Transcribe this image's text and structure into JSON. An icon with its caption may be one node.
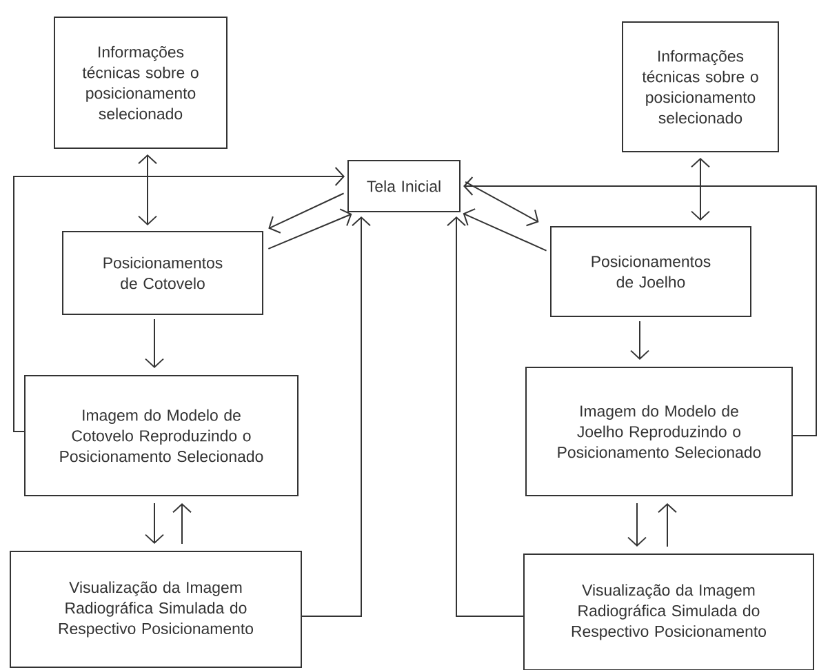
{
  "diagram": {
    "nodes": [
      {
        "text": [
          "Informações técnicas sobre o posicionamento selecionado"
        ]
      },
      {
        "text": [
          "Tela Inicial"
        ]
      },
      {
        "text": [
          "Informações técnicas sobre o posicionamento selecionado"
        ]
      },
      {
        "text": [
          "Posicionamentos de Cotovelo"
        ]
      },
      {
        "text": [
          "Posicionamentos de Joelho"
        ]
      },
      {
        "text": [
          "Imagem do Modelo de Cotovelo Reproduzindo o Posicionamento Selecionado"
        ]
      },
      {
        "text": [
          "Imagem do Modelo de Joelho Reproduzindo o Posicionamento Selecionado"
        ]
      },
      {
        "text": [
          "Visualização da Imagem Radiográfica Simulada do Respectivo Posicionamento"
        ]
      },
      {
        "text": [
          "Visualização da Imagem Radiográfica Simulada do Respectivo Posicionamento"
        ]
      }
    ],
    "edges": [
      {
        "from": 0,
        "to": 3,
        "arrow": "both"
      },
      {
        "from": 5,
        "to": 1,
        "arrow": "to"
      },
      {
        "from": 1,
        "to": 3,
        "arrow": "to"
      },
      {
        "from": 3,
        "to": 1,
        "arrow": "to"
      },
      {
        "from": 7,
        "to": 1,
        "arrow": "to"
      },
      {
        "from": 1,
        "to": 4,
        "arrow": "to"
      },
      {
        "from": 4,
        "to": 1,
        "arrow": "to"
      },
      {
        "from": 6,
        "to": 1,
        "arrow": "to"
      },
      {
        "from": 2,
        "to": 4,
        "arrow": "both"
      },
      {
        "from": 8,
        "to": 1,
        "arrow": "to"
      },
      {
        "from": 3,
        "to": 5,
        "arrow": "to"
      },
      {
        "from": 4,
        "to": 6,
        "arrow": "to"
      },
      {
        "from": 5,
        "to": 7,
        "arrow": "to"
      },
      {
        "from": 7,
        "to": 5,
        "arrow": "to"
      },
      {
        "from": 6,
        "to": 8,
        "arrow": "to"
      },
      {
        "from": 8,
        "to": 6,
        "arrow": "to"
      }
    ]
  }
}
